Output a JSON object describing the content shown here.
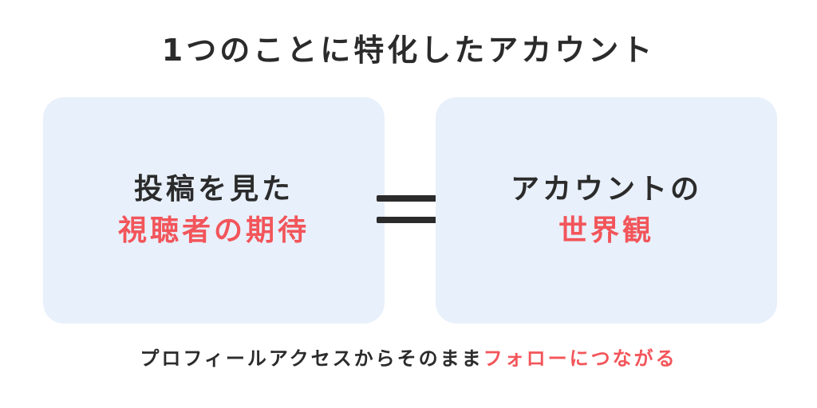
{
  "title": "1つのことに特化したアカウント",
  "left_box": {
    "line1": "投稿を見た",
    "line2": "視聴者の期待"
  },
  "right_box": {
    "line1": "アカウントの",
    "line2": "世界観"
  },
  "equals_icon": "equals-sign",
  "footer": {
    "text_main": "プロフィールアクセスからそのまま",
    "text_highlight": "フォローにつながる"
  },
  "colors": {
    "text": "#2b2b2b",
    "accent": "#f2555a",
    "box_bg": "#e8f0fb"
  }
}
